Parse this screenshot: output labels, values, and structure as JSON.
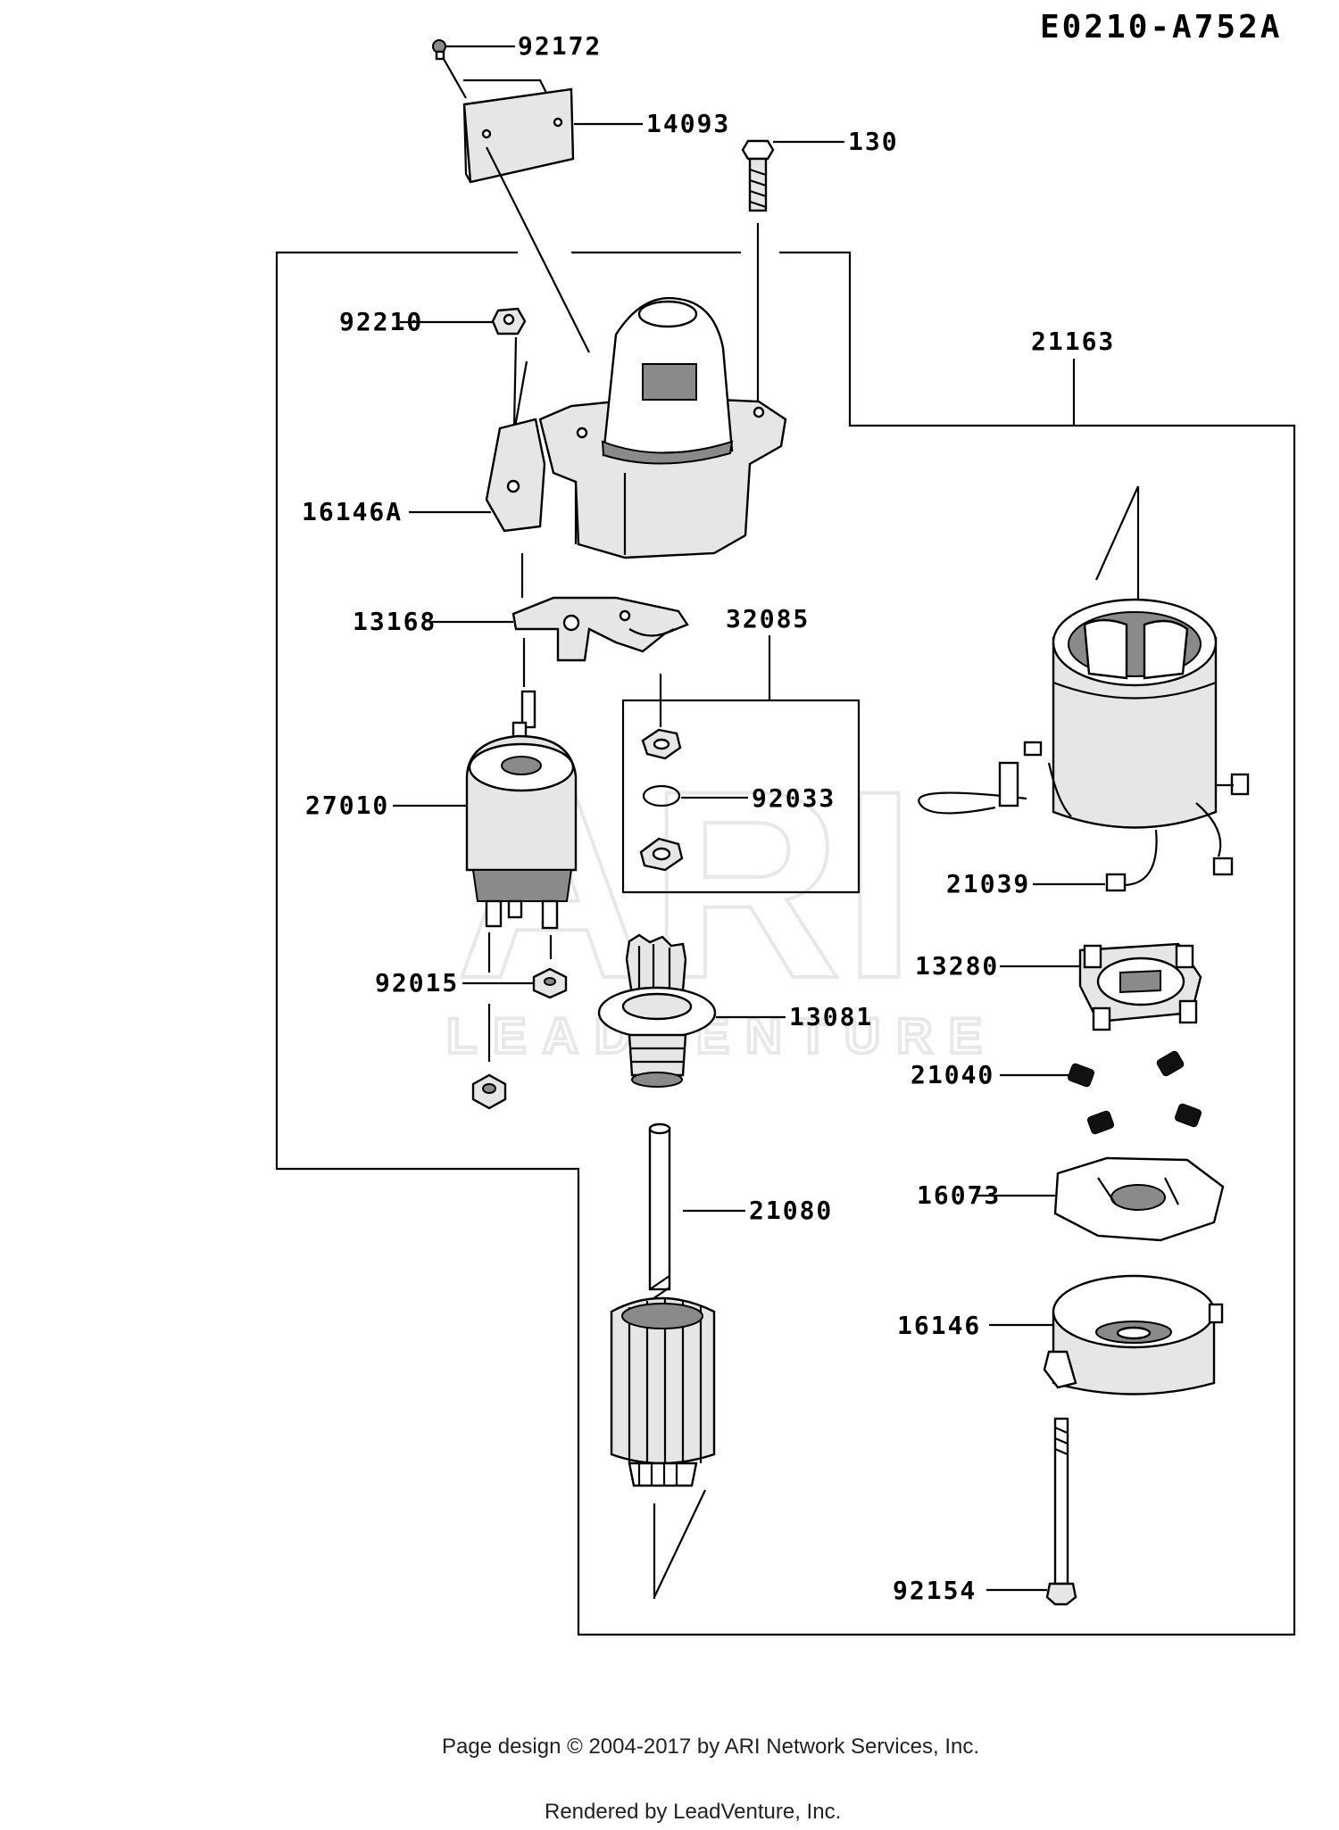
{
  "diagram_code": "E0210-A752A",
  "watermark": {
    "logo": "ARI",
    "sub": "LEADVENTURE"
  },
  "parts": {
    "p92172": "92172",
    "p14093": "14093",
    "p130": "130",
    "p92210": "92210",
    "p21163": "21163",
    "p16146A": "16146A",
    "p13168": "13168",
    "p32085": "32085",
    "p27010": "27010",
    "p92033": "92033",
    "p21039": "21039",
    "p92015": "92015",
    "p13081": "13081",
    "p13280": "13280",
    "p21040": "21040",
    "p16073": "16073",
    "p21080": "21080",
    "p16146": "16146",
    "p92154": "92154"
  },
  "footer": {
    "copyright": "Page design © 2004-2017 by ARI Network Services, Inc.",
    "rendered": "Rendered by LeadVenture, Inc."
  }
}
